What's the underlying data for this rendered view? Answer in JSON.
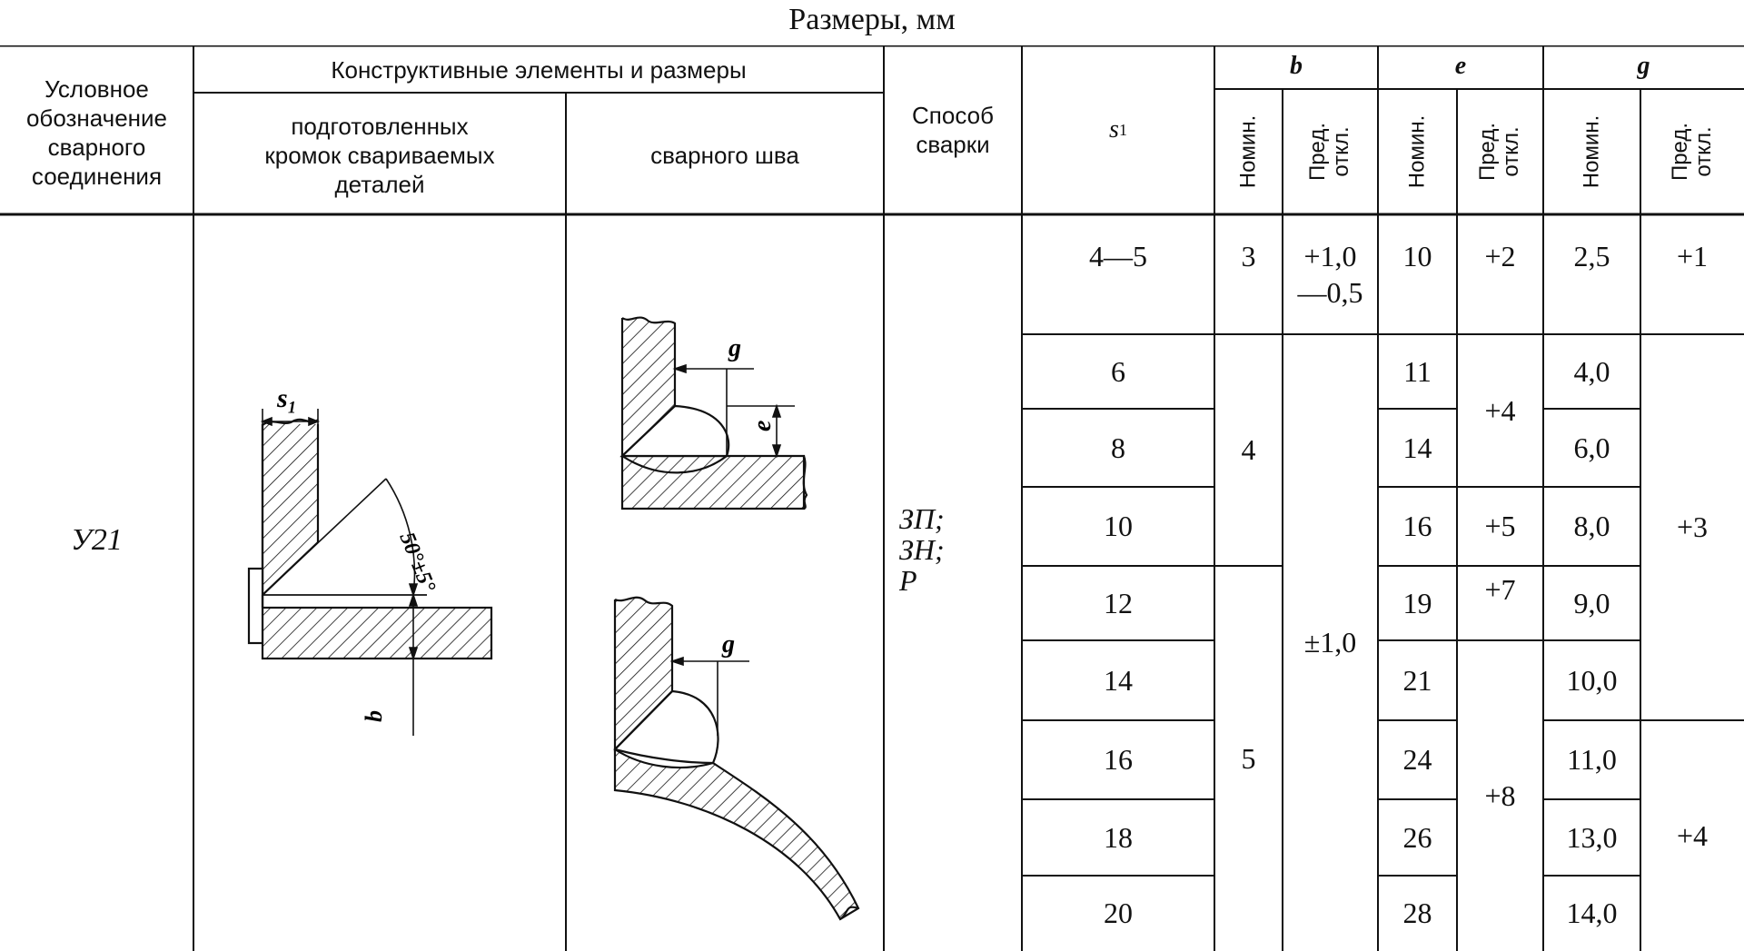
{
  "caption": "Размеры, мм",
  "header": {
    "designation": "Условное\nобозначение\nсварного\nсоединения",
    "construct": "Конструктивные элементы и размеры",
    "prepared": "подготовленных\nкромок свариваемых\nдеталей",
    "weld": "сварного шва",
    "method": "Способ\nсварки",
    "s1": "s",
    "s1_sub": "1",
    "b": "b",
    "e": "e",
    "g": "g",
    "nominal": "Номин.",
    "tolerance": "Пред.\nоткл."
  },
  "row": {
    "designation": "У21",
    "method": "ЗП;\nЗН;\nР"
  },
  "drawing": {
    "prep_s1": "s₁",
    "prep_angle": "50°±5°",
    "prep_b": "b",
    "weld_g": "g",
    "weld_e": "e",
    "curved_g": "g"
  },
  "table": {
    "s1": [
      "4—5",
      "6",
      "8",
      "10",
      "12",
      "14",
      "16",
      "18",
      "20"
    ],
    "b_nom": [
      "3",
      "4",
      "5"
    ],
    "b_tol": [
      "+1,0\n—0,5",
      "±1,0"
    ],
    "e_nom": [
      "10",
      "11",
      "14",
      "16",
      "19",
      "21",
      "24",
      "26",
      "28"
    ],
    "e_tol": [
      "+2",
      "+4",
      "+5",
      "+7",
      "+8"
    ],
    "g_nom": [
      "2,5",
      "4,0",
      "6,0",
      "8,0",
      "9,0",
      "10,0",
      "11,0",
      "13,0",
      "14,0"
    ],
    "g_tol": [
      "+1",
      "+3",
      "+4"
    ]
  },
  "colors": {
    "ink": "#111111",
    "paper": "#ffffff"
  }
}
